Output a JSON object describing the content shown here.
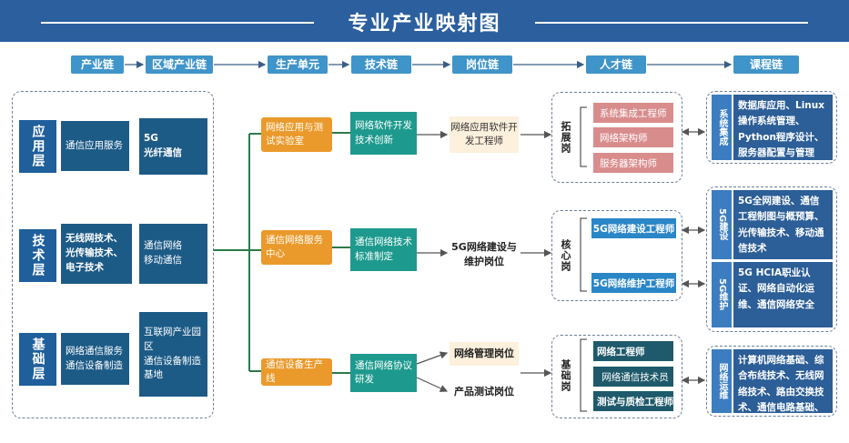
{
  "title": "专业产业映射图",
  "chain": {
    "industry": "产业链",
    "regional": "区域产业链",
    "production": "生产单元",
    "tech": "技术链",
    "post": "岗位链",
    "talent": "人才链",
    "course": "课程链"
  },
  "layers": {
    "application": {
      "label": "应用层",
      "service": "通信应用服务",
      "regional": "5G\n光纤通信"
    },
    "technology": {
      "label": "技术层",
      "service": "无线网技术、光传输技术、电子技术",
      "regional": "通信网络\n移动通信"
    },
    "foundation": {
      "label": "基础层",
      "service": "网络通信服务\n通信设备制造",
      "regional": "互联网产业园区\n通信设备制造基地"
    }
  },
  "production": [
    "网络应用与测试实验室",
    "通信网络服务中心",
    "通信设备生产线"
  ],
  "tech": [
    "网络软件开发技术创新",
    "通信网络技术标准制定",
    "通信网络协议研发"
  ],
  "posts": [
    "网络应用软件开发工程师",
    "5G网络建设与维护岗位",
    "网络管理岗位",
    "产品测试岗位"
  ],
  "talent": {
    "expand": {
      "label": "拓展岗",
      "roles": [
        "系统集成工程师",
        "网络架构师",
        "服务器架构师"
      ]
    },
    "core": {
      "label": "核心岗",
      "roles": [
        "5G网络建设工程师",
        "5G网络维护工程师"
      ]
    },
    "base": {
      "label": "基础岗",
      "roles": [
        "网络工程师",
        "网络通信技术员",
        "测试与质检工程师"
      ]
    }
  },
  "courses": [
    {
      "label": "系统集成",
      "text": "数据库应用、Linux操作系统管理、Python程序设计、服务器配置与管理"
    },
    {
      "label": "5G建设",
      "text": "5G全网建设、通信工程制图与概预算、光传输技术、移动通信技术"
    },
    {
      "label": "5G维护",
      "text": "5G HCIA职业认证、网络自动化运维、通信网络安全"
    },
    {
      "label": "网络运维",
      "text": "计算机网络基础、综合布线技术、无线网络技术、路由交换技术、通信电路基础、通信电子"
    }
  ],
  "colors": {
    "header": "#2b5f9e",
    "chain": "#3f94c9",
    "layer": "#1f5f9b",
    "dark_box": "#1d5b87",
    "orange": "#ea9a2b",
    "teal": "#1d9a8d",
    "cream": "#fdf0dd",
    "salmon": "#d98c8c",
    "blue": "#2b86c7",
    "course_right": "#2c5e97",
    "line_green": "#2d7a4a"
  }
}
